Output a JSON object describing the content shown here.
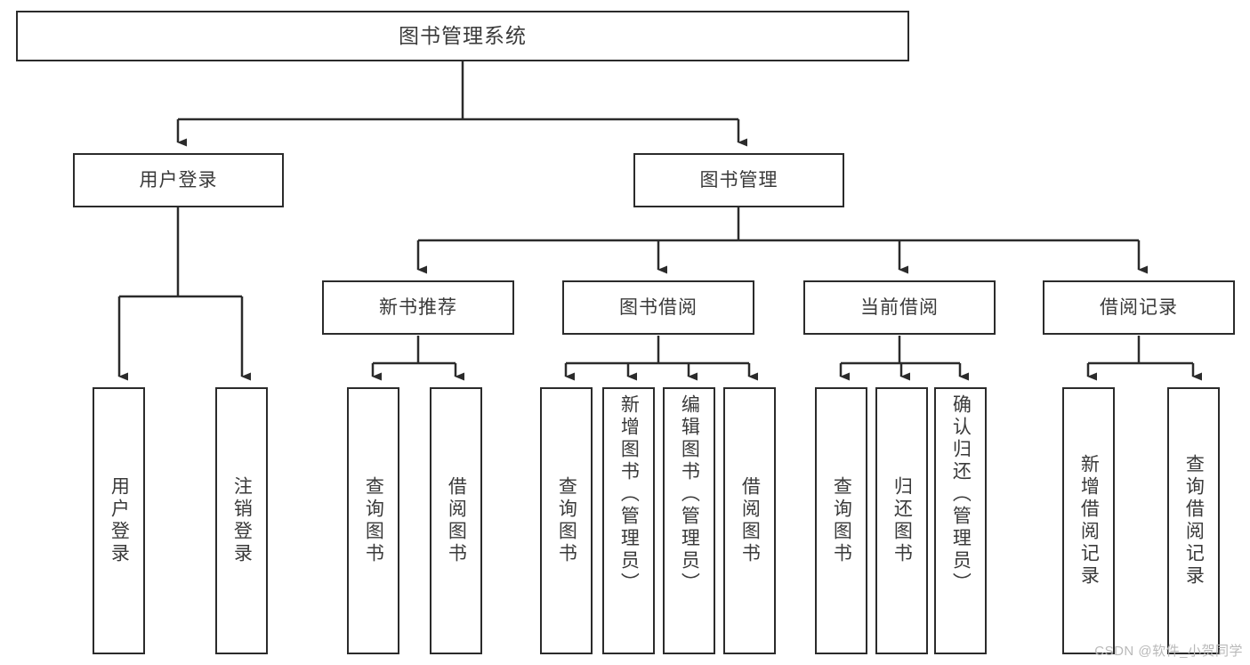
{
  "diagram": {
    "type": "tree-hierarchy",
    "title": "图书管理系统",
    "root": {
      "label": "图书管理系统"
    },
    "level2": [
      {
        "key": "user-login",
        "label": "用户登录"
      },
      {
        "key": "book-manage",
        "label": "图书管理"
      }
    ],
    "level3": [
      {
        "key": "new-book-recommend",
        "label": "新书推荐"
      },
      {
        "key": "book-borrow",
        "label": "图书借阅"
      },
      {
        "key": "current-borrow",
        "label": "当前借阅"
      },
      {
        "key": "borrow-record",
        "label": "借阅记录"
      }
    ],
    "leaves": {
      "user_login": [
        {
          "key": "login",
          "label": "用户登录"
        },
        {
          "key": "logout",
          "label": "注销登录"
        }
      ],
      "new_book_recommend": [
        {
          "key": "query-book",
          "label": "查询图书"
        },
        {
          "key": "borrow-book",
          "label": "借阅图书"
        }
      ],
      "book_borrow": [
        {
          "key": "query-book",
          "label": "查询图书"
        },
        {
          "key": "add-book",
          "label": "新增图书（管理员）"
        },
        {
          "key": "edit-book",
          "label": "编辑图书（管理员）"
        },
        {
          "key": "borrow-book",
          "label": "借阅图书"
        }
      ],
      "current_borrow": [
        {
          "key": "query-book",
          "label": "查询图书"
        },
        {
          "key": "return-book",
          "label": "归还图书"
        },
        {
          "key": "confirm-return",
          "label": "确认归还（管理员）"
        }
      ],
      "borrow_record": [
        {
          "key": "add-record",
          "label": "新增借阅记录"
        },
        {
          "key": "query-record",
          "label": "查询借阅记录"
        }
      ]
    },
    "colors": {
      "stroke": "#2b2b2b",
      "text": "#3a3a3a",
      "background": "#ffffff",
      "watermark": "#b9b9b9"
    }
  },
  "watermark": {
    "text": "CSDN @软件_小贺同学"
  }
}
